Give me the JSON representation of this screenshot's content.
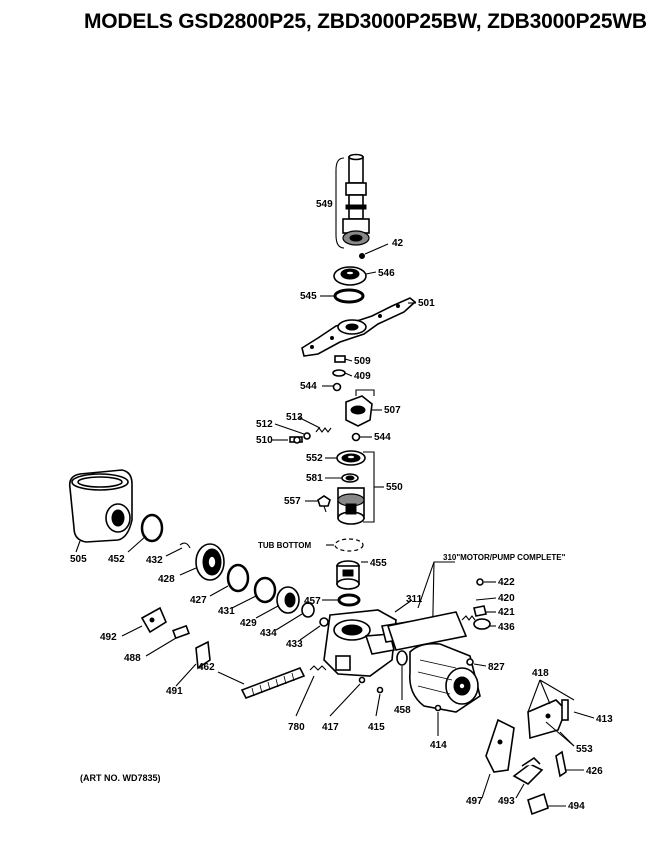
{
  "header": {
    "title": "MODELS GSD2800P25, ZBD3000P25BW, ZDB3000P25WB"
  },
  "footer": {
    "art_number": "(ART NO. WD7835)"
  },
  "annotations": {
    "tub_bottom": "TUB BOTTOM",
    "motor_pump_complete": "310\"MOTOR/PUMP COMPLETE\""
  },
  "labels": {
    "p549": "549",
    "p42": "42",
    "p546": "546",
    "p545": "545",
    "p501": "501",
    "p509": "509",
    "p409": "409",
    "p544a": "544",
    "p507": "507",
    "p513": "513",
    "p512": "512",
    "p510": "510",
    "p544b": "544",
    "p552": "552",
    "p581": "581",
    "p550": "550",
    "p557": "557",
    "p505": "505",
    "p452": "452",
    "p432": "432",
    "p428": "428",
    "p455": "455",
    "p427": "427",
    "p431": "431",
    "p429": "429",
    "p434": "434",
    "p457": "457",
    "p433": "433",
    "p311": "311",
    "p422": "422",
    "p420": "420",
    "p421": "421",
    "p436": "436",
    "p492": "492",
    "p488": "488",
    "p462": "462",
    "p491": "491",
    "p827": "827",
    "p418": "418",
    "p780": "780",
    "p417": "417",
    "p415": "415",
    "p458": "458",
    "p414": "414",
    "p413": "413",
    "p553": "553",
    "p426": "426",
    "p497": "497",
    "p493": "493",
    "p494": "494"
  }
}
